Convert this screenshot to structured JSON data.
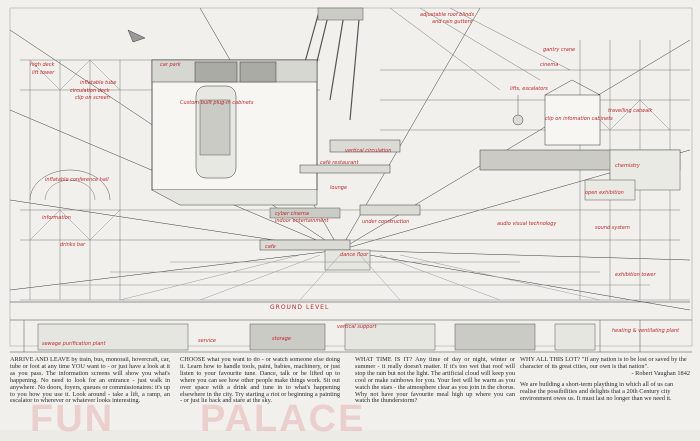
{
  "labels": {
    "high_deck": "high deck",
    "lift_tower": "lift tower",
    "inflatable_tube": "inflatable tube",
    "clip_on_screen": "clip on screen",
    "circulation_deck": "circulation deck",
    "custom_built_plug_in_cabinets": "Custom built plug-in cabinets",
    "inflatable_conference_hall": "inflatable conference hall",
    "information": "information",
    "adjustable_roof_blinds": "adjustable roof blinds",
    "and_rain_gutters": "and rain gutters",
    "gantry_crane": "gantry crane",
    "lifts_escalators": "lifts, escalators",
    "travelling_catwalk": "travelling catwalk",
    "vertical_circulation": "vertical circulation",
    "clip_on_infomation_cabinets": "clip on infomation cabinets",
    "drinks_bar": "drinks bar",
    "cafe_restaurant": "café restaurant",
    "cyber_cinema": "cyber cinema",
    "indoor_entertainment": "indoor entertainment",
    "audio_visual_technology": "audio visual technology",
    "ground_level": "GROUND LEVEL",
    "chemistry": "chemistry",
    "open_exhibition": "open exhibition",
    "lounge": "lounge",
    "dance_floor": "dance floor",
    "under_construction": "under construction",
    "cafe": "cafe",
    "cinema": "cinema",
    "car_park": "car park",
    "service": "service",
    "storage": "storage",
    "vertical_support": "vertical support",
    "sewage_purification_plant": "sewage purification plant",
    "heating_ventilating_plant": "heating & ventilating plant",
    "exhibition_tower": "exhibition tower",
    "sound_system": "sound system"
  },
  "text": {
    "col1": "ARRIVE AND LEAVE by train, bus, monorail, hovercraft, car, tube or foot at any time YOU want to - or just have a look at it as you pass. The information screens will show you what's happening. No need to look for an entrance - just walk in anywhere. No doors, foyers, queues or commissionaires: it's up to you how you use it. Look around - take a lift, a ramp, an escalator to wherever or whatever looks interesting.",
    "col2": "CHOOSE what you want to do - or watch someone else doing it. Learn how to handle tools, paint, babies, machinery, or just listen to your favourite tune. Dance, talk or be lifted up to where you can see how other people make things work. Sit out over space with a drink and tune in to what's happening elsewhere in the city. Try starting a riot or beginning a painting - or just lie back and stare at the sky.",
    "col3": "WHAT TIME IS IT? Any time of day or night, winter or summer - it really doesn't matter. If it's too wet that roof will stop the rain but not the light. The artificial cloud will keep you cool or make rainbows for you. Your feet will be warm as you watch the stars - the atmosphere clear as you join in the chorus. Why not have your favourite meal high up where you can watch the thunderstorm?",
    "col4_q": "WHY ALL THIS LOT? \"If any nation is to be lost or saved by the character of its great cities, our own is that nation\".",
    "col4_attr": "- Robert Vaughan 1842",
    "col4_b": "We are building a short-term plaything in which all of us can realise the possibilities and delights that a 20th Century city environment owes us. It must last no longer than we need it."
  },
  "colors": {
    "annotation": "#c0262a",
    "ink": "#3a3a3a",
    "paper": "#f1f0ec",
    "shade": "#c9cbc4"
  }
}
